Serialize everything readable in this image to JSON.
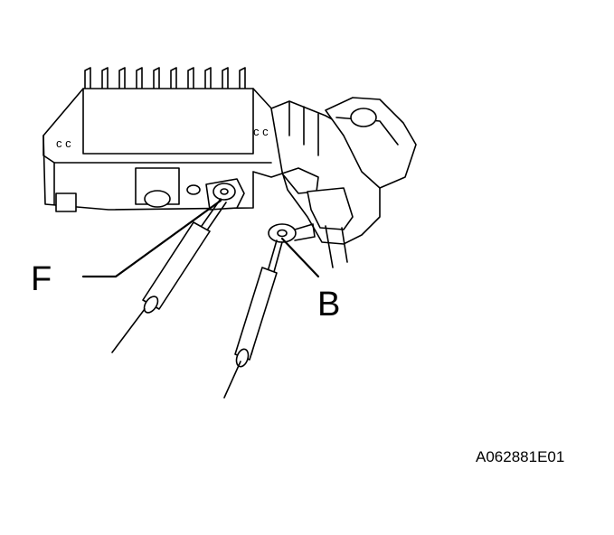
{
  "callouts": {
    "terminal_f": "F",
    "terminal_b": "B"
  },
  "figure_code": "A062881E01",
  "colors": {
    "line": "#000000",
    "background": "#ffffff"
  }
}
